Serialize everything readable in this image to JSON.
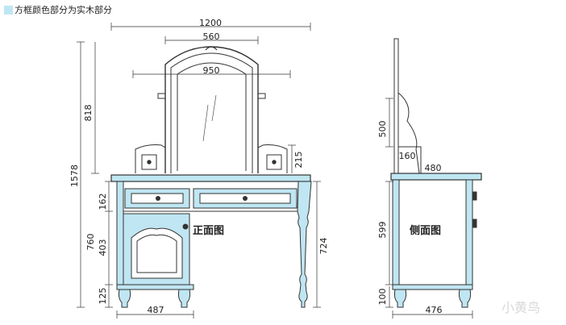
{
  "legend": {
    "text": "方框颜色部分为实木部分",
    "swatch_color": "#bfe6f2"
  },
  "views": {
    "front": "正面图",
    "side": "侧面图"
  },
  "dimensions": {
    "total_width": "1200",
    "mirror_frame_width": "560",
    "mirror_span": "950",
    "mirror_height": "818",
    "total_height": "1578",
    "small_drawer_height": "215",
    "drawer_height": "162",
    "table_height": "760",
    "cabinet_height": "403",
    "foot_height": "125",
    "cabinet_width": "487",
    "leg_height": "724",
    "side_mirror_height": "500",
    "side_top_depth": "160",
    "side_depth_top": "480",
    "side_body_height": "599",
    "side_foot_height": "100",
    "side_depth_bottom": "476"
  },
  "watermark": "小黄鸟",
  "colors": {
    "wood": "#bfe6f2",
    "line": "#333333"
  }
}
